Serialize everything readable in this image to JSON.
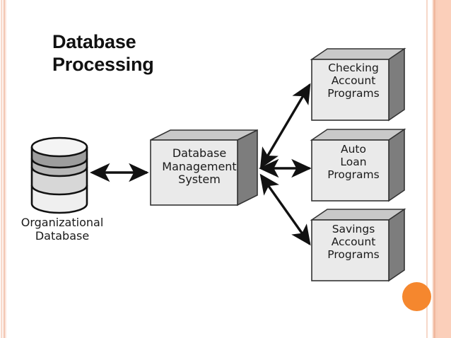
{
  "slide": {
    "title": "Database\nProcessing",
    "background_color": "#ffffff",
    "accent_color": "#f5872e",
    "border_color": "#f7d0bb"
  },
  "diagram": {
    "type": "flow-diagram",
    "nodes": [
      {
        "id": "organizational-database",
        "shape": "cylinder",
        "label": "Organizational\nDatabase",
        "label_position": "below"
      },
      {
        "id": "database-management-system",
        "shape": "cube",
        "label": "Database\nManagement\nSystem",
        "label_position": "inside"
      },
      {
        "id": "checking-account-programs",
        "shape": "cube",
        "label": "Checking\nAccount\nPrograms",
        "label_position": "inside"
      },
      {
        "id": "auto-loan-programs",
        "shape": "cube",
        "label": "Auto\nLoan\nPrograms",
        "label_position": "inside"
      },
      {
        "id": "savings-account-programs",
        "shape": "cube",
        "label": "Savings\nAccount\nPrograms",
        "label_position": "inside"
      }
    ],
    "connectors": [
      {
        "from": "organizational-database",
        "to": "database-management-system",
        "style": "double-arrow",
        "direction": "horizontal"
      },
      {
        "from": "database-management-system",
        "to": "checking-account-programs",
        "style": "double-arrow",
        "direction": "up-right"
      },
      {
        "from": "database-management-system",
        "to": "auto-loan-programs",
        "style": "double-arrow",
        "direction": "horizontal"
      },
      {
        "from": "database-management-system",
        "to": "savings-account-programs",
        "style": "double-arrow",
        "direction": "down-right"
      }
    ],
    "colors": {
      "cube_front": "#eaeaea",
      "cube_top": "#c9c9c9",
      "cube_side": "#7d7d7d",
      "cylinder_band_1": "#9d9d9d",
      "cylinder_band_2": "#b7b7b7",
      "cylinder_band_3": "#d7d7d7",
      "cylinder_band_4": "#efefef",
      "cylinder_top": "#f4f4f4",
      "stroke": "#111111"
    }
  }
}
